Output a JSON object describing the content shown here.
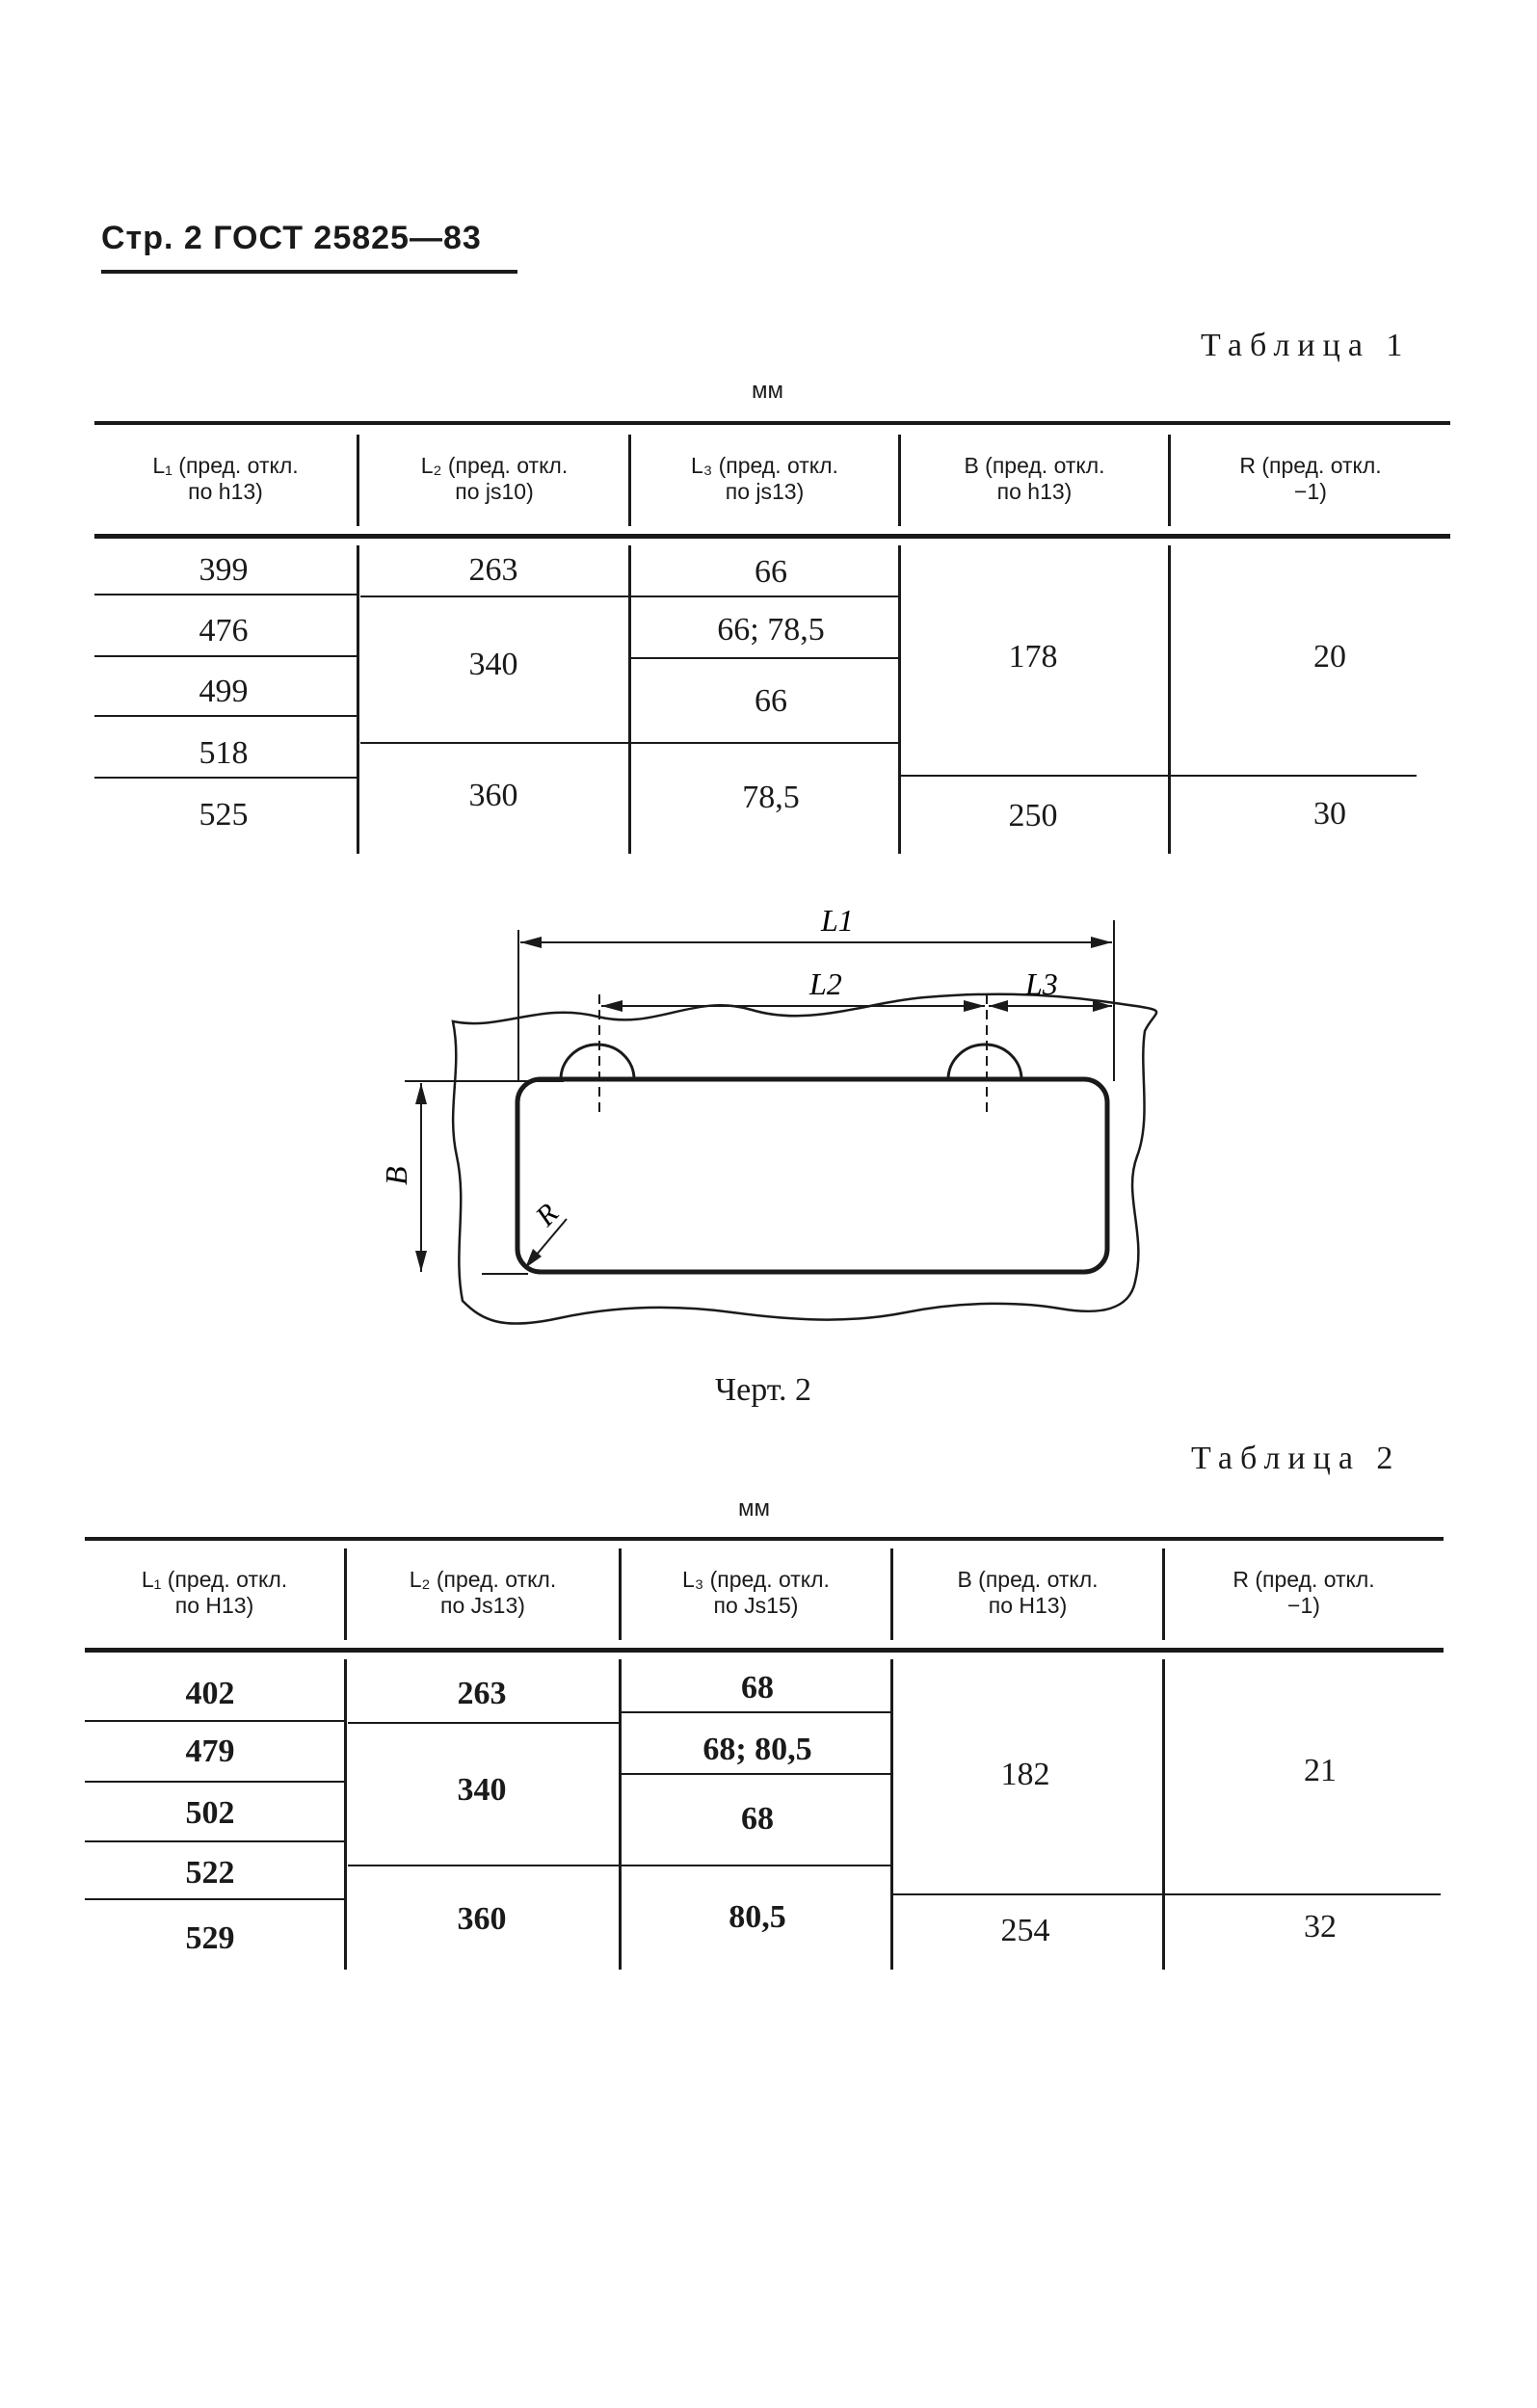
{
  "page": {
    "header": "Стр. 2 ГОСТ 25825—83"
  },
  "table1": {
    "caption": "Таблица 1",
    "units": "мм",
    "headers": [
      "L₁ (пред. откл.\nпо h13)",
      "L₂ (пред. откл.\nпо js10)",
      "L₃ (пред. откл.\nпо js13)",
      "B (пред. откл.\nпо h13)",
      "R (пред. откл.\n−1)"
    ],
    "col_l1": [
      "399",
      "476",
      "499",
      "518",
      "525"
    ],
    "col_l2": [
      "263",
      "340",
      "360"
    ],
    "col_l3": [
      "66",
      "66; 78,5",
      "66",
      "78,5"
    ],
    "col_b": [
      "178",
      "250"
    ],
    "col_r": [
      "20",
      "30"
    ]
  },
  "figure": {
    "caption": "Черт. 2",
    "labels": {
      "l1": "L1",
      "l2": "L2",
      "l3": "L3",
      "b": "B",
      "r": "R"
    }
  },
  "table2": {
    "caption": "Таблица 2",
    "units": "мм",
    "headers": [
      "L₁ (пред. откл.\nпо H13)",
      "L₂ (пред. откл.\nпо Js13)",
      "L₃ (пред. откл.\nпо Js15)",
      "B (пред. откл.\nпо H13)",
      "R (пред. откл.\n−1)"
    ],
    "col_l1": [
      "402",
      "479",
      "502",
      "522",
      "529"
    ],
    "col_l2": [
      "263",
      "340",
      "360"
    ],
    "col_l3": [
      "68",
      "68; 80,5",
      "68",
      "80,5"
    ],
    "col_b": [
      "182",
      "254"
    ],
    "col_r": [
      "21",
      "32"
    ]
  }
}
